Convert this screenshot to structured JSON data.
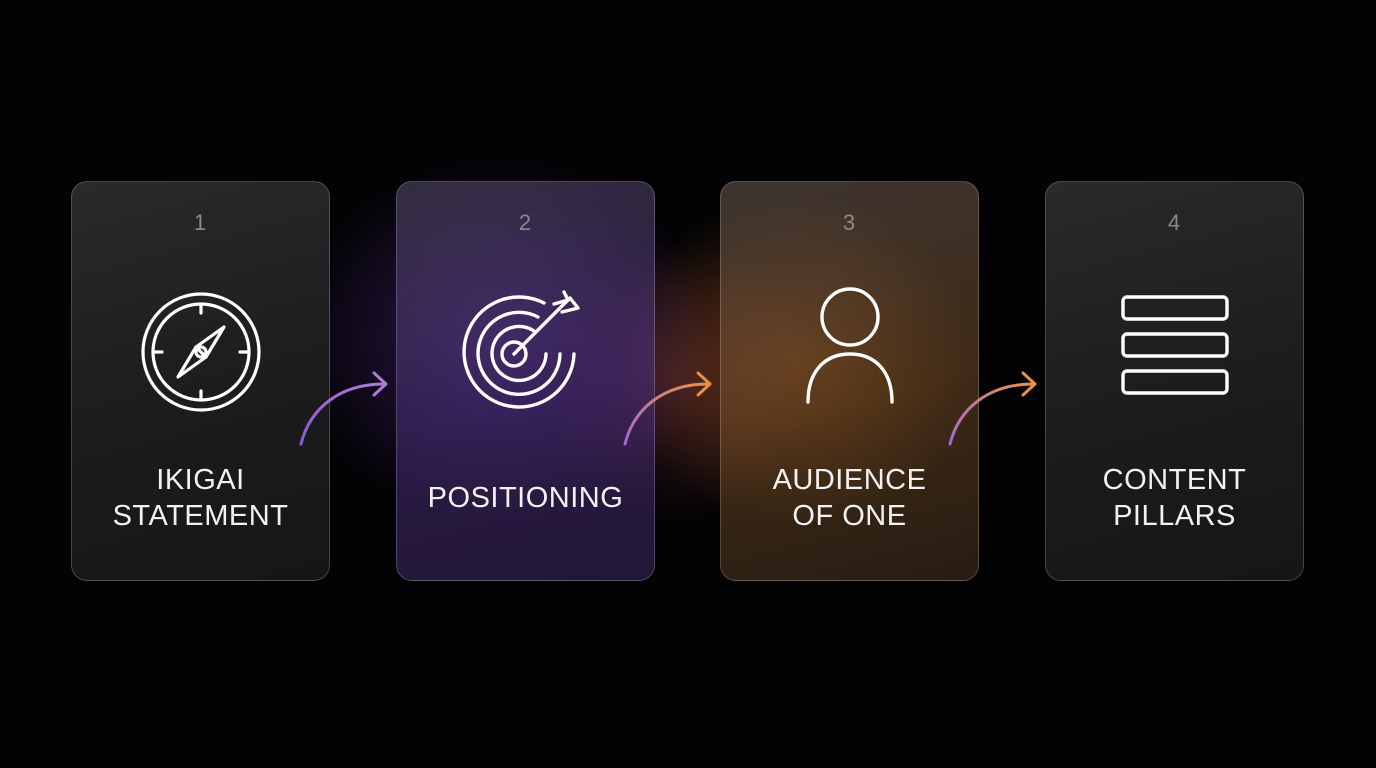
{
  "steps": [
    {
      "number": "1",
      "label_lines": [
        "IKIGAI",
        "STATEMENT"
      ],
      "icon": "compass-icon"
    },
    {
      "number": "2",
      "label_lines": [
        "POSITIONING"
      ],
      "icon": "target-arrow-icon"
    },
    {
      "number": "3",
      "label_lines": [
        "AUDIENCE",
        "OF ONE"
      ],
      "icon": "person-icon"
    },
    {
      "number": "4",
      "label_lines": [
        "CONTENT",
        "PILLARS"
      ],
      "icon": "stacked-rows-icon"
    }
  ],
  "colors": {
    "purple": "#9b6ad8",
    "orange": "#e8904a",
    "card_border": "rgba(255,255,255,0.20)",
    "text": "#f2f2f2",
    "number_text": "#8a8a8e"
  }
}
